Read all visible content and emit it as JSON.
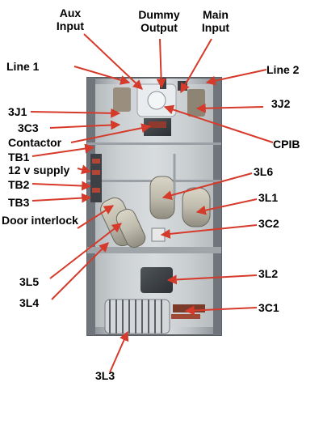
{
  "labels": {
    "aux_input": "Aux\nInput",
    "dummy_output": "Dummy\nOutput",
    "main_input": "Main\nInput",
    "line1": "Line 1",
    "line2": "Line 2",
    "j1": "3J1",
    "j2": "3J2",
    "c3": "3C3",
    "contactor": "Contactor",
    "cpib": "CPIB",
    "tb1": "TB1",
    "supply12v": "12 v supply",
    "l6": "3L6",
    "tb2": "TB2",
    "l1": "3L1",
    "tb3": "TB3",
    "door_interlock": "Door interlock",
    "c2": "3C2",
    "l5": "3L5",
    "l2": "3L2",
    "l4": "3L4",
    "c1": "3C1",
    "l3": "3L3"
  },
  "colors": {
    "arrow": "#d63a2a",
    "text": "#000000",
    "cabinet_frame": "#8e9399",
    "panel_bg": "#c7cbcf"
  }
}
